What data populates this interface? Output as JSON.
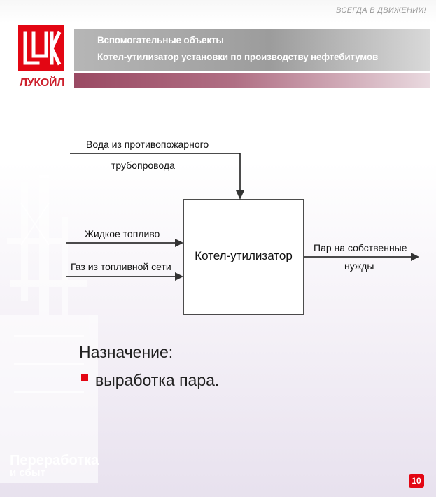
{
  "header": {
    "tagline": "ВСЕГДА В ДВИЖЕНИИ!",
    "logo_text": "ЛУКОЙЛ",
    "title_line1": "Вспомогательные объекты",
    "title_line2": "Котел-утилизатор установки по производству нефтебитумов"
  },
  "diagram": {
    "process_box": "Котел-утилизатор",
    "inputs": {
      "water_line1": "Вода из противопожарного",
      "water_line2": "трубопровода",
      "liquid_fuel": "Жидкое топливо",
      "gas": "Газ из топливной сети"
    },
    "output": {
      "line1": "Пар на собственные",
      "line2": "нужды"
    }
  },
  "content": {
    "section_title": "Назначение:",
    "bullets": [
      "выработка пара."
    ]
  },
  "footer": {
    "brand_line1": "Переработка",
    "brand_line2": "и сбыт",
    "page_number": "10"
  },
  "colors": {
    "brand_red": "#e30613",
    "header_gray": "#a6a6a6",
    "header_bar": "#a65a72"
  }
}
